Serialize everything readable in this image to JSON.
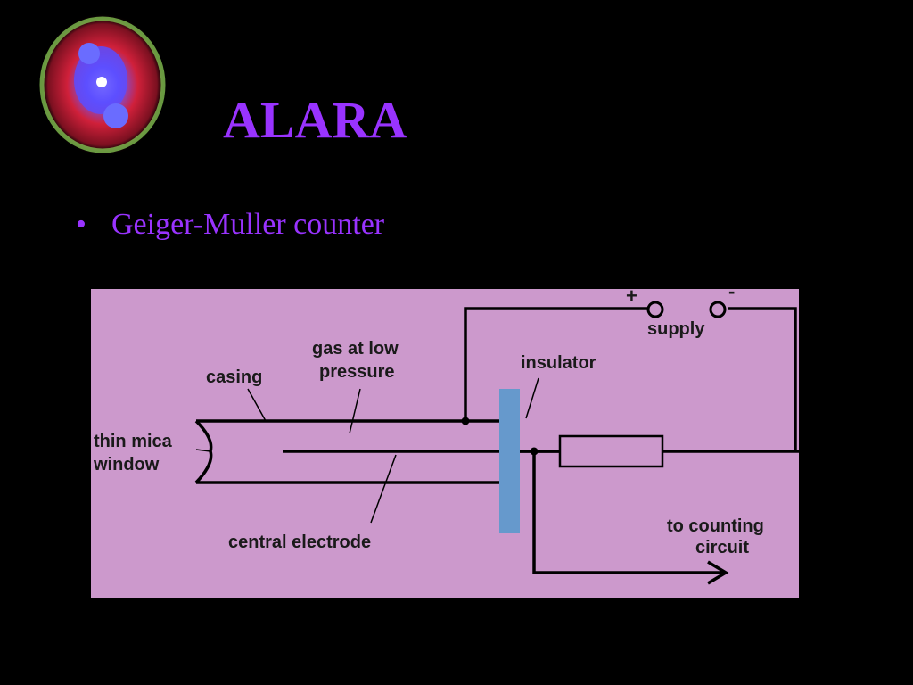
{
  "slide": {
    "title": "ALARA",
    "bullets": [
      "Geiger-Muller counter"
    ],
    "bullet_marker": "•"
  },
  "decoration": {
    "image_icon": "nebula-image-icon"
  },
  "diagram": {
    "labels": {
      "plus": "+",
      "minus": "-",
      "supply": "supply",
      "gas_line1": "gas at low",
      "gas_line2": "pressure",
      "insulator": "insulator",
      "casing": "casing",
      "mica_line1": "thin mica",
      "mica_line2": "window",
      "central_electrode": "central electrode",
      "counting_line1": "to counting",
      "counting_line2": "circuit"
    },
    "colors": {
      "background": "#CC99CC",
      "insulator": "#6699CC",
      "title_text": "#9933FF"
    }
  }
}
